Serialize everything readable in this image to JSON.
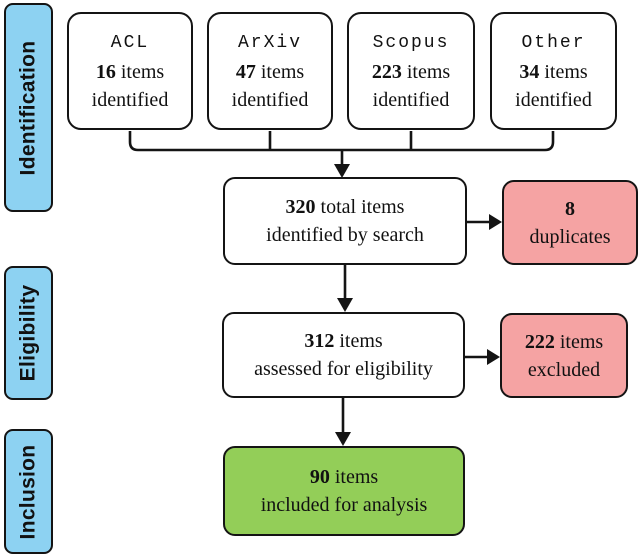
{
  "stages": [
    {
      "label": "Identification"
    },
    {
      "label": "Eligibility"
    },
    {
      "label": "Inclusion"
    }
  ],
  "sources": [
    {
      "name": "ACL",
      "count": "16",
      "count_suffix": " items",
      "line3": "identified"
    },
    {
      "name": "ArXiv",
      "count": "47",
      "count_suffix": " items",
      "line3": "identified"
    },
    {
      "name": "Scopus",
      "count": "223",
      "count_suffix": " items",
      "line3": "identified"
    },
    {
      "name": "Other",
      "count": "34",
      "count_suffix": " items",
      "line3": "identified"
    }
  ],
  "flow": {
    "total": {
      "count": "320",
      "count_suffix": " total items",
      "line2": "identified by search"
    },
    "duplicates": {
      "count": "8",
      "count_suffix": "",
      "line2": "duplicates"
    },
    "assessed": {
      "count": "312",
      "count_suffix": " items",
      "line2": "assessed for eligibility"
    },
    "excluded": {
      "count": "222",
      "count_suffix": " items",
      "line2": "excluded"
    },
    "included": {
      "count": "90",
      "count_suffix": " items",
      "line2": "included for analysis"
    }
  },
  "colors": {
    "stage_blue": "#8DD2F2",
    "warning_pink": "#F5A3A3",
    "success_green": "#93CE58",
    "box_white": "#FFFFFF",
    "line_black": "#141414"
  }
}
